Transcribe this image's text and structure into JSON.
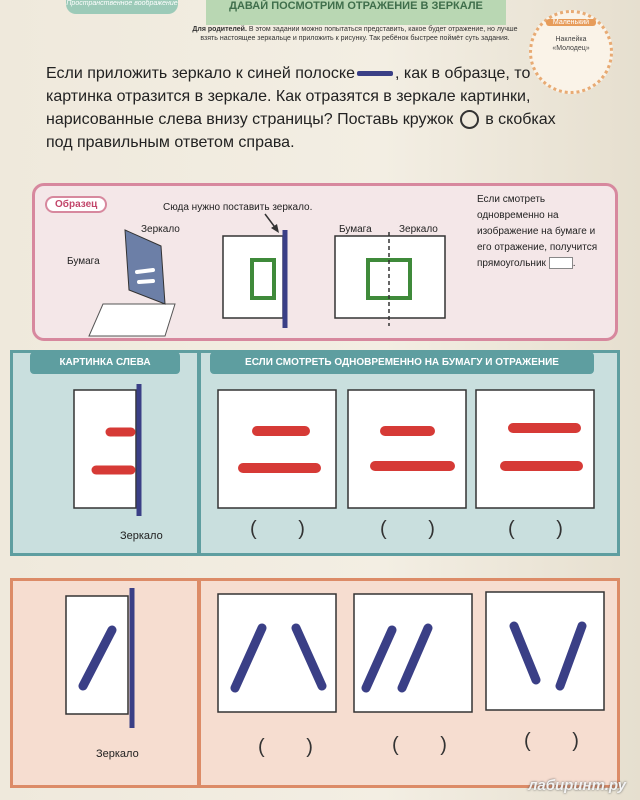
{
  "header": {
    "left_tab": "Пространственное воображение",
    "title": "ДАВАЙ ПОСМОТРИМ ОТРАЖЕНИЕ В ЗЕРКАЛЕ"
  },
  "parents_note": {
    "lead": "Для родителей.",
    "text": "В этом задании можно попытаться представить, какое будет отражение, но лучше взять настоящее зеркальце и приложить к рисунку. Так ребёнок быстрее поймёт суть задания."
  },
  "badge": {
    "top": "Маленький",
    "text": "Наклейка «Молодец»"
  },
  "instruction": {
    "part1": "Если приложить зеркало к синей полоске",
    "part2": ", как в образце, то картинка отразится в зеркале. Как отразятся в зеркале картинки, нарисованные слева внизу страницы? Поставь кружок",
    "part3": "в скобках под правильным ответом справа."
  },
  "sample": {
    "tag": "Образец",
    "mirror_label": "Зеркало",
    "paper_label": "Бумага",
    "put_mirror_here": "Сюда нужно поставить зеркало.",
    "paper2": "Бумага",
    "mirror2": "Зеркало",
    "note": "Если смотреть одновременно на изображение на бумаге и его отражение, получится прямоугольник",
    "colors": {
      "frame": "#d7889e",
      "green": "#3f8a3a",
      "blue": "#3a3f86"
    }
  },
  "section1": {
    "header_left": "КАРТИНКА СЛЕВА",
    "header_right": "ЕСЛИ СМОТРЕТЬ ОДНОВРЕМЕННО НА БУМАГУ И ОТРАЖЕНИЕ",
    "mirror_label": "Зеркало",
    "paren": "( )",
    "color": "#5e9ea0",
    "stroke_color": "#d63a36"
  },
  "section2": {
    "mirror_label": "Зеркало",
    "paren": "( )",
    "color": "#dc8b67",
    "stroke_color": "#3a3f86"
  },
  "watermark": "лабиринт.ру"
}
